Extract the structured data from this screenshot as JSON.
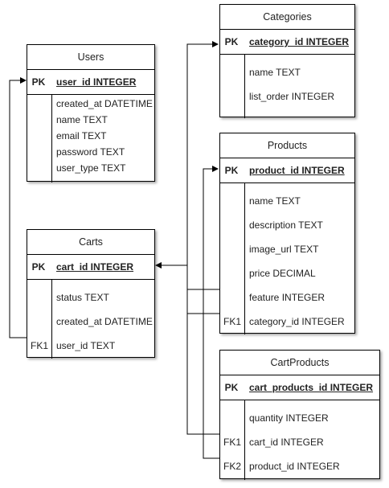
{
  "entities": {
    "categories": {
      "title": "Categories",
      "pk": {
        "key": "PK",
        "attr": "category_id INTEGER"
      },
      "fields": [
        {
          "key": "",
          "attr": "name TEXT"
        },
        {
          "key": "",
          "attr": "list_order INTEGER"
        }
      ]
    },
    "users": {
      "title": "Users",
      "pk": {
        "key": "PK",
        "attr": "user_id INTEGER"
      },
      "fields": [
        {
          "key": "",
          "attr": "created_at DATETIME"
        },
        {
          "key": "",
          "attr": "name TEXT"
        },
        {
          "key": "",
          "attr": "email TEXT"
        },
        {
          "key": "",
          "attr": "password TEXT"
        },
        {
          "key": "",
          "attr": "user_type TEXT"
        }
      ]
    },
    "products": {
      "title": "Products",
      "pk": {
        "key": "PK",
        "attr": "product_id INTEGER"
      },
      "fields": [
        {
          "key": "",
          "attr": "name TEXT"
        },
        {
          "key": "",
          "attr": "description TEXT"
        },
        {
          "key": "",
          "attr": "image_url TEXT"
        },
        {
          "key": "",
          "attr": "price DECIMAL"
        },
        {
          "key": "",
          "attr": "feature INTEGER"
        },
        {
          "key": "FK1",
          "attr": "category_id INTEGER"
        }
      ]
    },
    "carts": {
      "title": "Carts",
      "pk": {
        "key": "PK",
        "attr": "cart_id INTEGER"
      },
      "fields": [
        {
          "key": "",
          "attr": "status TEXT"
        },
        {
          "key": "",
          "attr": "created_at DATETIME"
        },
        {
          "key": "FK1",
          "attr": "user_id TEXT"
        }
      ]
    },
    "cartproducts": {
      "title": "CartProducts",
      "pk": {
        "key": "PK",
        "attr": "cart_products_id INTEGER"
      },
      "fields": [
        {
          "key": "",
          "attr": "quantity INTEGER"
        },
        {
          "key": "FK1",
          "attr": "cart_id INTEGER"
        },
        {
          "key": "FK2",
          "attr": "product_id INTEGER"
        }
      ]
    }
  }
}
